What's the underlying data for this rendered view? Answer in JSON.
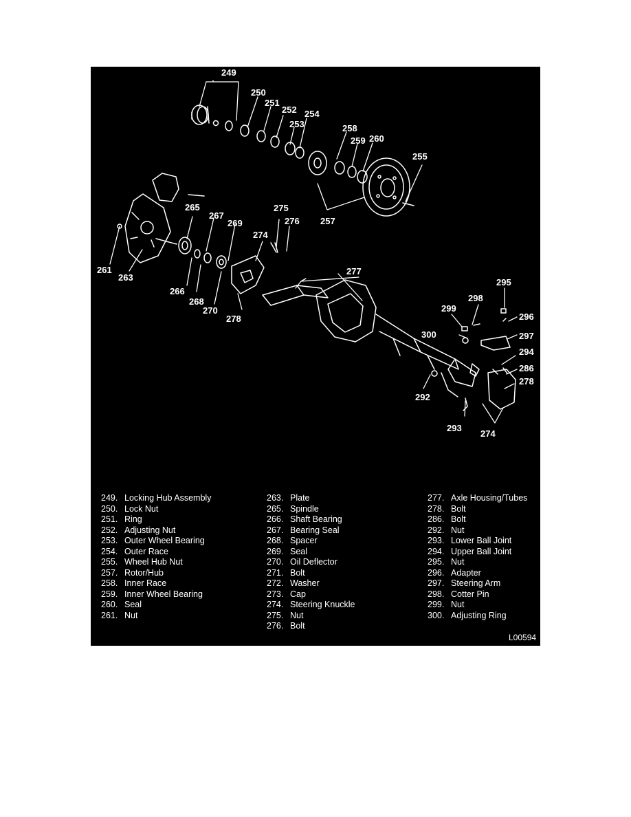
{
  "colors": {
    "background": "#000000",
    "ink": "#ffffff"
  },
  "figure_code": "L00594",
  "callouts": [
    {
      "id": "c249",
      "text": "249"
    },
    {
      "id": "c250",
      "text": "250"
    },
    {
      "id": "c251",
      "text": "251"
    },
    {
      "id": "c252",
      "text": "252"
    },
    {
      "id": "c253",
      "text": "253"
    },
    {
      "id": "c254",
      "text": "254"
    },
    {
      "id": "c258",
      "text": "258"
    },
    {
      "id": "c259",
      "text": "259"
    },
    {
      "id": "c260",
      "text": "260"
    },
    {
      "id": "c255",
      "text": "255"
    },
    {
      "id": "c257",
      "text": "257"
    },
    {
      "id": "c265",
      "text": "265"
    },
    {
      "id": "c267",
      "text": "267"
    },
    {
      "id": "c269",
      "text": "269"
    },
    {
      "id": "c275",
      "text": "275"
    },
    {
      "id": "c276",
      "text": "276"
    },
    {
      "id": "c274a",
      "text": "274"
    },
    {
      "id": "c261",
      "text": "261"
    },
    {
      "id": "c263",
      "text": "263"
    },
    {
      "id": "c266",
      "text": "266"
    },
    {
      "id": "c268",
      "text": "268"
    },
    {
      "id": "c270",
      "text": "270"
    },
    {
      "id": "c278a",
      "text": "278"
    },
    {
      "id": "c277",
      "text": "277"
    },
    {
      "id": "c295",
      "text": "295"
    },
    {
      "id": "c298",
      "text": "298"
    },
    {
      "id": "c299",
      "text": "299"
    },
    {
      "id": "c296",
      "text": "296"
    },
    {
      "id": "c300",
      "text": "300"
    },
    {
      "id": "c297",
      "text": "297"
    },
    {
      "id": "c294",
      "text": "294"
    },
    {
      "id": "c286",
      "text": "286"
    },
    {
      "id": "c278b",
      "text": "278"
    },
    {
      "id": "c292",
      "text": "292"
    },
    {
      "id": "c293",
      "text": "293"
    },
    {
      "id": "c274b",
      "text": "274"
    }
  ],
  "legend": {
    "col1": [
      {
        "num": "249.",
        "label": "Locking Hub Assembly"
      },
      {
        "num": "250.",
        "label": "Lock Nut"
      },
      {
        "num": "251.",
        "label": "Ring"
      },
      {
        "num": "252.",
        "label": "Adjusting Nut"
      },
      {
        "num": "253.",
        "label": "Outer Wheel Bearing"
      },
      {
        "num": "254.",
        "label": "Outer Race"
      },
      {
        "num": "255.",
        "label": "Wheel Hub Nut"
      },
      {
        "num": "257.",
        "label": "Rotor/Hub"
      },
      {
        "num": "258.",
        "label": "Inner Race"
      },
      {
        "num": "259.",
        "label": "Inner Wheel Bearing"
      },
      {
        "num": "260.",
        "label": "Seal"
      },
      {
        "num": "261.",
        "label": "Nut"
      }
    ],
    "col2": [
      {
        "num": "263.",
        "label": "Plate"
      },
      {
        "num": "265.",
        "label": "Spindle"
      },
      {
        "num": "266.",
        "label": "Shaft Bearing"
      },
      {
        "num": "267.",
        "label": "Bearing Seal"
      },
      {
        "num": "268.",
        "label": "Spacer"
      },
      {
        "num": "269.",
        "label": "Seal"
      },
      {
        "num": "270.",
        "label": "Oil Deflector"
      },
      {
        "num": "271.",
        "label": "Bolt"
      },
      {
        "num": "272.",
        "label": "Washer"
      },
      {
        "num": "273.",
        "label": "Cap"
      },
      {
        "num": "274.",
        "label": "Steering Knuckle"
      },
      {
        "num": "275.",
        "label": "Nut"
      },
      {
        "num": "276.",
        "label": "Bolt"
      }
    ],
    "col3": [
      {
        "num": "277.",
        "label": "Axle Housing/Tubes"
      },
      {
        "num": "278.",
        "label": "Bolt"
      },
      {
        "num": "286.",
        "label": "Bolt"
      },
      {
        "num": "292.",
        "label": "Nut"
      },
      {
        "num": "293.",
        "label": "Lower Ball Joint"
      },
      {
        "num": "294.",
        "label": "Upper Ball Joint"
      },
      {
        "num": "295.",
        "label": "Nut"
      },
      {
        "num": "296.",
        "label": "Adapter"
      },
      {
        "num": "297.",
        "label": "Steering Arm"
      },
      {
        "num": "298.",
        "label": "Cotter Pin"
      },
      {
        "num": "299.",
        "label": "Nut"
      },
      {
        "num": "300.",
        "label": "Adjusting Ring"
      }
    ]
  }
}
